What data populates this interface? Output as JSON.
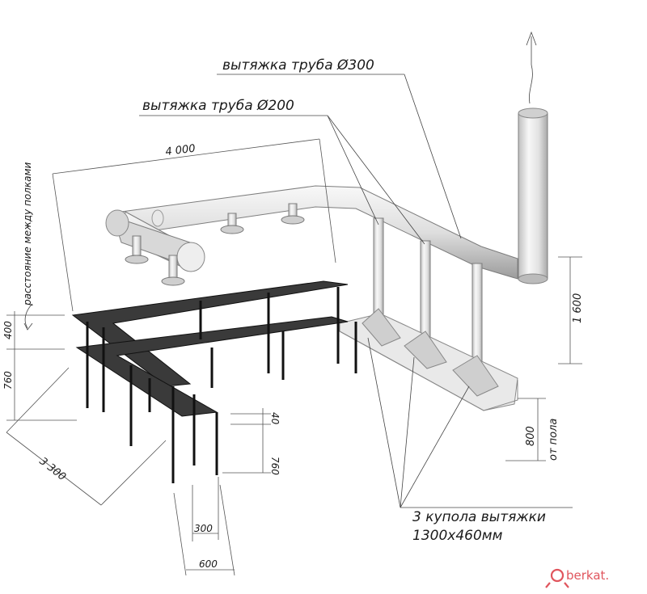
{
  "labels": {
    "pipe300": "вытяжка труба Ø300",
    "pipe200": "вытяжка труба Ø200",
    "domes_line1": "3 купола вытяжки",
    "domes_line2": "1300х460мм",
    "shelf_gap": "расстояние между полками",
    "from_floor": "от пола"
  },
  "dimensions": {
    "length_top": "4 000",
    "length_side": "3 300",
    "height_1600": "1 600",
    "height_800": "800",
    "shelf_400": "400",
    "table_760_left": "760",
    "table_760_mid": "760",
    "top_40": "40",
    "depth_300": "300",
    "depth_600": "600"
  },
  "brand": {
    "name": "berkat",
    "suffix": ".",
    "color": "#e0555d"
  }
}
